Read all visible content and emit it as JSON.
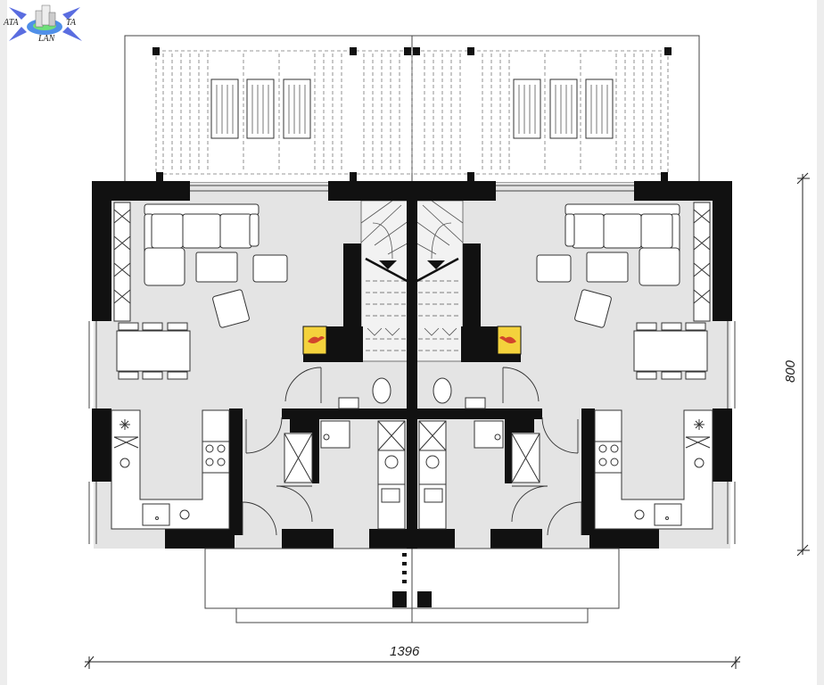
{
  "logo": {
    "left_text": "ATA",
    "right_text": "TA",
    "bottom_text": "LAN"
  },
  "dimensions": {
    "width_label": "1396",
    "depth_label": "800"
  },
  "colors": {
    "wall": "#111111",
    "floor": "#e4e4e4",
    "fireplace": "#f4d23c",
    "flame": "#d2452b",
    "logo_arrows": "#5a6de0",
    "logo_ring": "#4f8fe8"
  }
}
